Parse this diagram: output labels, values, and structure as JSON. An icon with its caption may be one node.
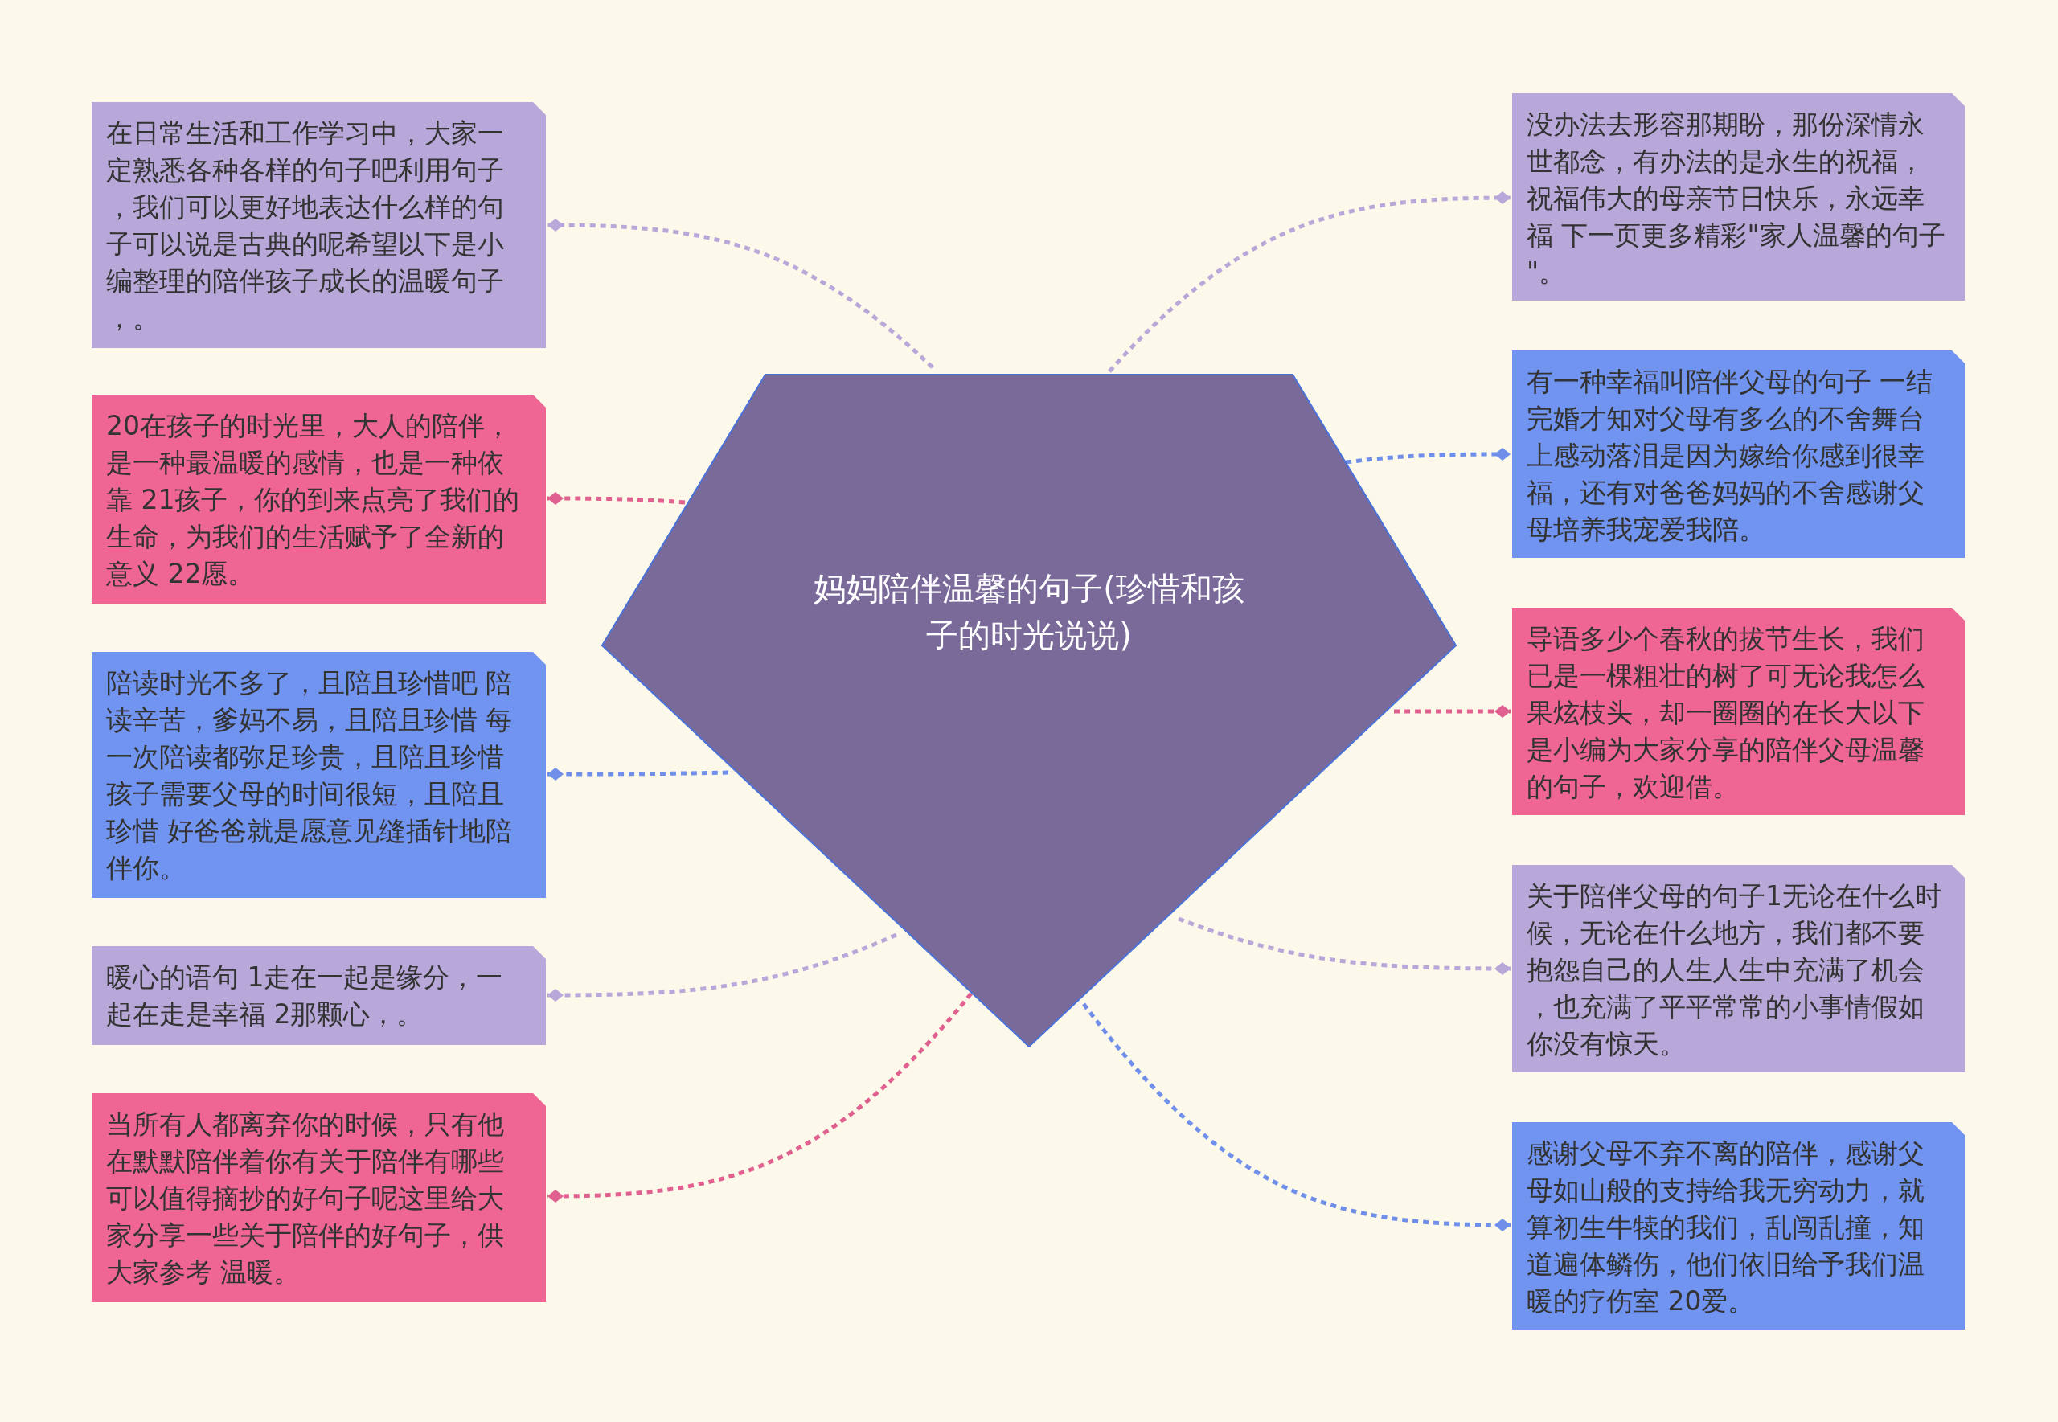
{
  "diagram": {
    "nodes": [
      {
        "text": [
          "妈妈陪伴温馨的句子(珍惜和孩子的时光说说)"
        ]
      },
      {
        "text": [
          "在日常生活和工作学习中，大家一定熟悉各种各样的句子吧利用句子，我们可以更好地表达什么样的句子可以说是古典的呢希望以下是小编整理的陪伴孩子成长的温暖句子，。"
        ]
      },
      {
        "text": [
          "20在孩子的时光里，大人的陪伴，是一种最温暖的感情，也是一种依靠 21孩子，你的到来点亮了我们的生命，为我们的生活赋予了全新的意义 22愿。"
        ]
      },
      {
        "text": [
          "陪读时光不多了，且陪且珍惜吧 陪读辛苦，爹妈不易，且陪且珍惜 每一次陪读都弥足珍贵，且陪且珍惜孩子需要父母的时间很短，且陪且珍惜 好爸爸就是愿意见缝插针地陪伴你。"
        ]
      },
      {
        "text": [
          "暖心的语句 1走在一起是缘分，一起在走是幸福 2那颗心，。"
        ]
      },
      {
        "text": [
          "当所有人都离弃你的时候，只有他在默默陪伴着你有关于陪伴有哪些可以值得摘抄的好句子呢这里给大家分享一些关于陪伴的好句子，供大家参考 温暖。"
        ]
      },
      {
        "text": [
          "没办法去形容那期盼，那份深情永世都念，有办法的是永生的祝福，祝福伟大的母亲节日快乐，永远幸福 下一页更多精彩\"家人温馨的句子\"。"
        ]
      },
      {
        "text": [
          "有一种幸福叫陪伴父母的句子 一结完婚才知对父母有多么的不舍舞台上感动落泪是因为嫁给你感到很幸福，还有对爸爸妈妈的不舍感谢父母培养我宠爱我陪。"
        ]
      },
      {
        "text": [
          "导语多少个春秋的拔节生长，我们已是一棵粗壮的树了可无论我怎么果炫枝头，却一圈圈的在长大以下是小编为大家分享的陪伴父母温馨的句子，欢迎借。"
        ]
      },
      {
        "text": [
          "关于陪伴父母的句子1无论在什么时候，无论在什么地方，我们都不要抱怨自己的人生人生中充满了机会，也充满了平平常常的小事情假如你没有惊天。"
        ]
      },
      {
        "text": [
          "感谢父母不弃不离的陪伴，感谢父母如山般的支持给我无穷动力，就算初生牛犊的我们，乱闯乱撞，知道遍体鳞伤，他们依旧给予我们温暖的疗伤室 20爱。"
        ]
      }
    ],
    "edges": [
      {
        "from": 0,
        "to": 1,
        "arrow": "other",
        "style": "dashed",
        "color": "#b7a8d9"
      },
      {
        "from": 0,
        "to": 2,
        "arrow": "other",
        "style": "dashed",
        "color": "#e0608f"
      },
      {
        "from": 0,
        "to": 3,
        "arrow": "other",
        "style": "dashed",
        "color": "#6f8fea"
      },
      {
        "from": 0,
        "to": 4,
        "arrow": "other",
        "style": "dashed",
        "color": "#b7a8d9"
      },
      {
        "from": 0,
        "to": 5,
        "arrow": "other",
        "style": "dashed",
        "color": "#e0608f"
      },
      {
        "from": 0,
        "to": 6,
        "arrow": "other",
        "style": "dashed",
        "color": "#b7a8d9"
      },
      {
        "from": 0,
        "to": 7,
        "arrow": "other",
        "style": "dashed",
        "color": "#6f8fea"
      },
      {
        "from": 0,
        "to": 8,
        "arrow": "other",
        "style": "dashed",
        "color": "#e0608f"
      },
      {
        "from": 0,
        "to": 9,
        "arrow": "other",
        "style": "dashed",
        "color": "#b7a8d9"
      },
      {
        "from": 0,
        "to": 10,
        "arrow": "other",
        "style": "dashed",
        "color": "#6f8fea"
      }
    ]
  }
}
